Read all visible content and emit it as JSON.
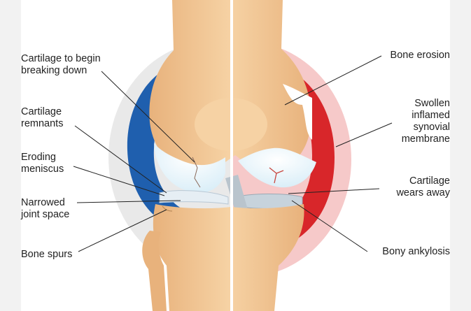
{
  "colors": {
    "synovium_healthy": "#1f5fae",
    "synovium_inflamed": "#d8262a",
    "halo": "#e9e9e9",
    "halo_inflamed": "#f6c9c9",
    "bone": "#f6d2a4",
    "bone_shade": "#e8b27c",
    "cartilage": "#d5ecf7",
    "divider": "#ffffff"
  },
  "labels": {
    "left": [
      "Cartilage to begin\nbreaking down",
      "Cartilage\nremnants",
      "Eroding\nmeniscus",
      "Narrowed\njoint space",
      "Bone spurs"
    ],
    "right": [
      "Bone erosion",
      "Swollen\ninflamed\nsynovial\nmembrane",
      "Cartilage\nwears away",
      "Bony ankylosis"
    ]
  }
}
